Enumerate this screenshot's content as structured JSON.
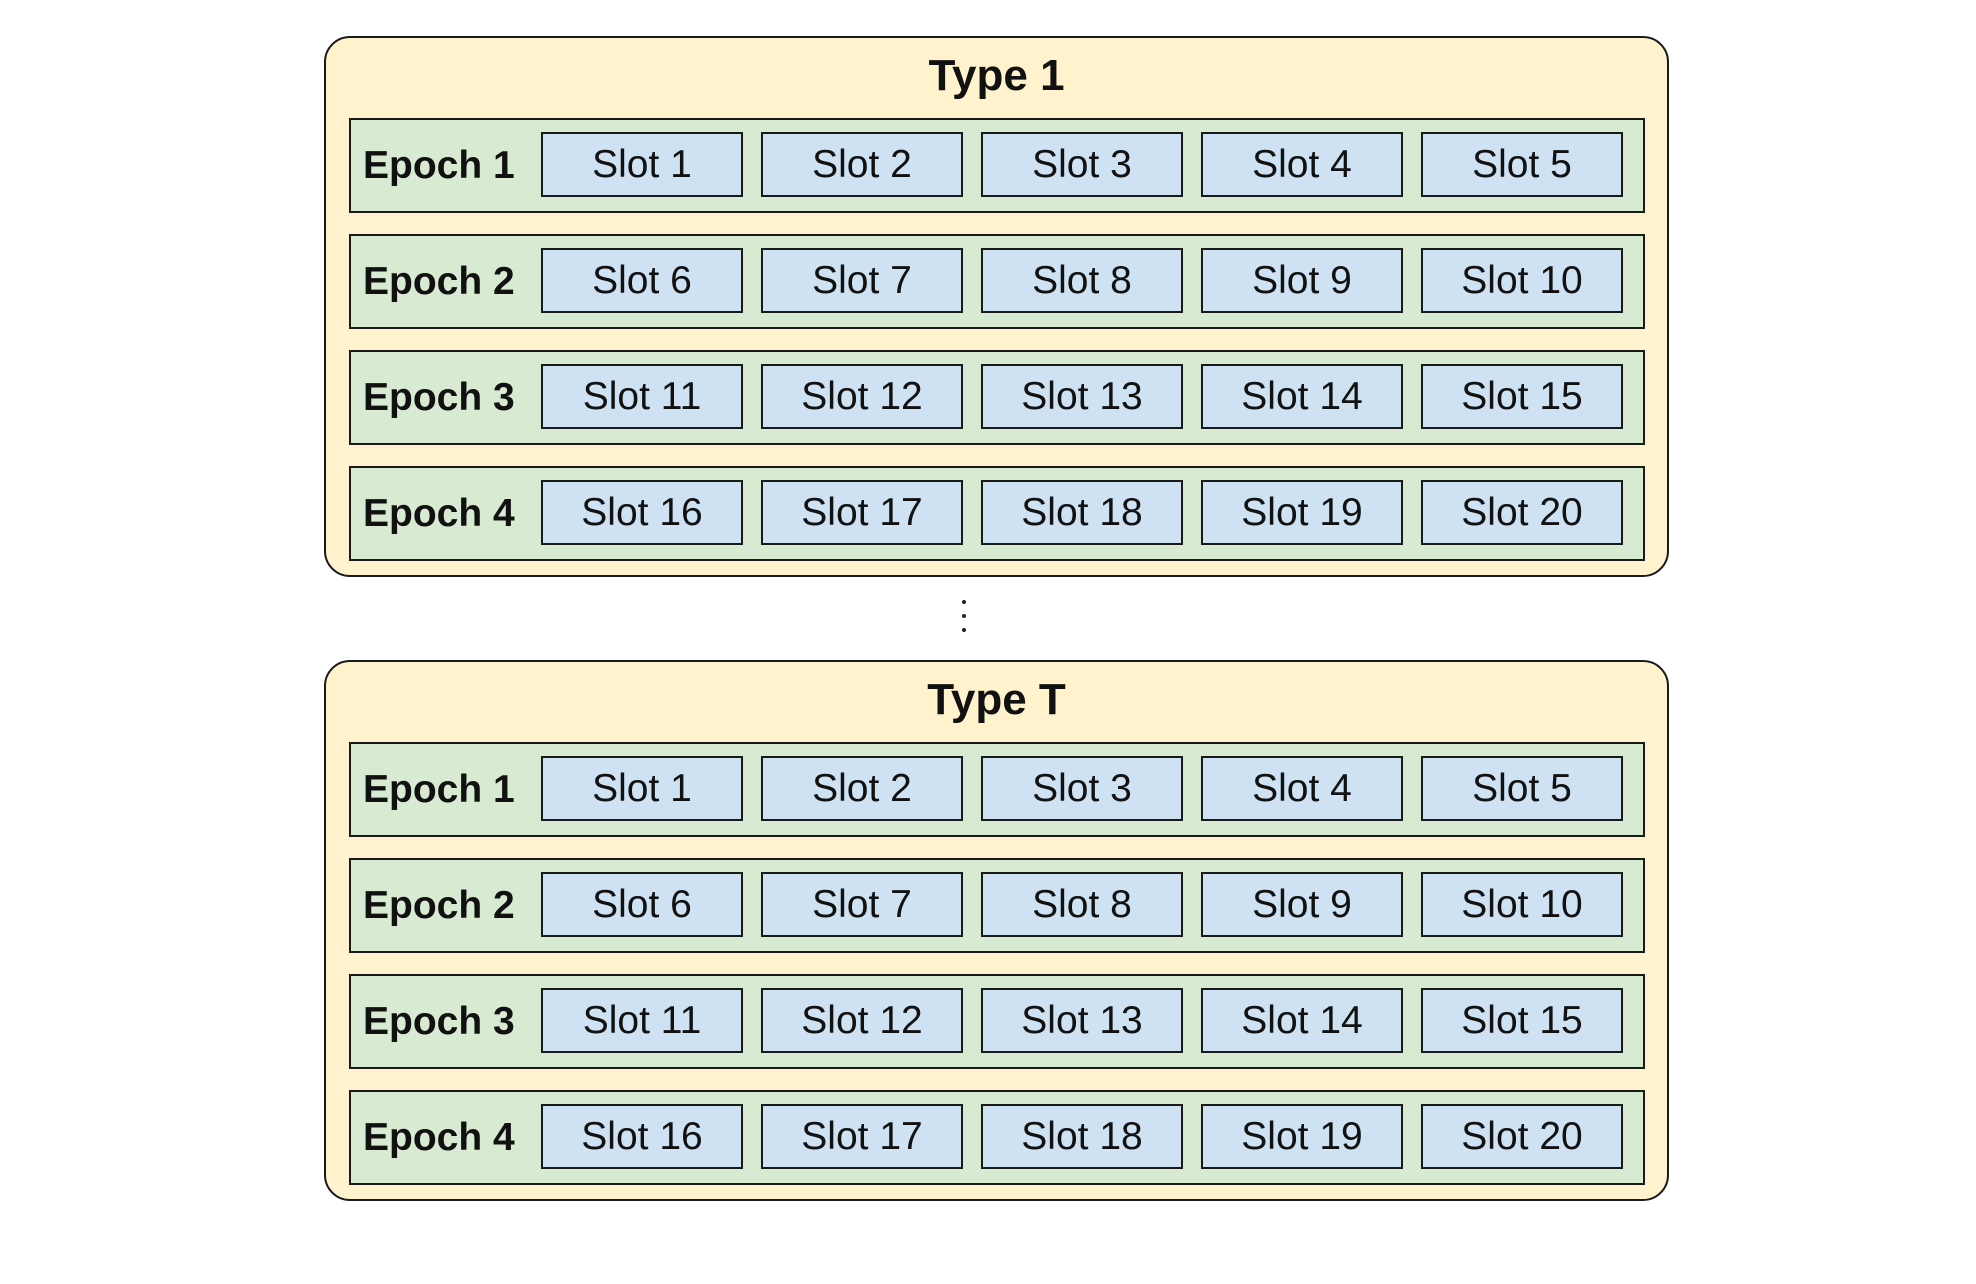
{
  "types": [
    {
      "title": "Type 1",
      "epochs": [
        {
          "label": "Epoch 1",
          "slots": [
            "Slot 1",
            "Slot 2",
            "Slot 3",
            "Slot 4",
            "Slot 5"
          ]
        },
        {
          "label": "Epoch 2",
          "slots": [
            "Slot 6",
            "Slot 7",
            "Slot 8",
            "Slot 9",
            "Slot 10"
          ]
        },
        {
          "label": "Epoch 3",
          "slots": [
            "Slot 11",
            "Slot 12",
            "Slot 13",
            "Slot 14",
            "Slot 15"
          ]
        },
        {
          "label": "Epoch 4",
          "slots": [
            "Slot 16",
            "Slot 17",
            "Slot 18",
            "Slot 19",
            "Slot 20"
          ]
        }
      ]
    },
    {
      "title": "Type T",
      "epochs": [
        {
          "label": "Epoch 1",
          "slots": [
            "Slot 1",
            "Slot 2",
            "Slot 3",
            "Slot 4",
            "Slot 5"
          ]
        },
        {
          "label": "Epoch 2",
          "slots": [
            "Slot 6",
            "Slot 7",
            "Slot 8",
            "Slot 9",
            "Slot 10"
          ]
        },
        {
          "label": "Epoch 3",
          "slots": [
            "Slot 11",
            "Slot 12",
            "Slot 13",
            "Slot 14",
            "Slot 15"
          ]
        },
        {
          "label": "Epoch 4",
          "slots": [
            "Slot 16",
            "Slot 17",
            "Slot 18",
            "Slot 19",
            "Slot 20"
          ]
        }
      ]
    }
  ],
  "colors": {
    "type_fill": "#fff2cc",
    "epoch_fill": "#d9ead3",
    "slot_fill": "#cfe2f3",
    "border": "#1a1a1a"
  }
}
